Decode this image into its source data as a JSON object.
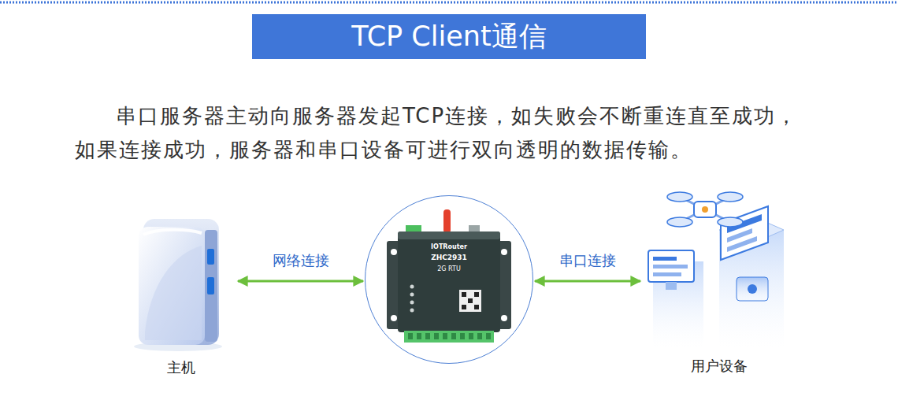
{
  "diagram": {
    "title": "TCP Client通信",
    "nodes": [
      {
        "text": [
          "主机"
        ]
      },
      {
        "text": [
          "IOTRouter",
          "ZHC2931",
          "2G RTU"
        ]
      },
      {
        "text": [
          "用户设备"
        ]
      }
    ],
    "edges": [
      {
        "from": 0,
        "to": 1,
        "label": "网络连接",
        "arrow": "both"
      },
      {
        "from": 1,
        "to": 2,
        "label": "串口连接",
        "arrow": "both"
      }
    ],
    "labels": [
      "串口服务器主动向服务器发起TCP连接，如失败会不断重连直至成功，如果连接成功，服务器和串口设备可进行双向透明的数据传输。"
    ]
  }
}
